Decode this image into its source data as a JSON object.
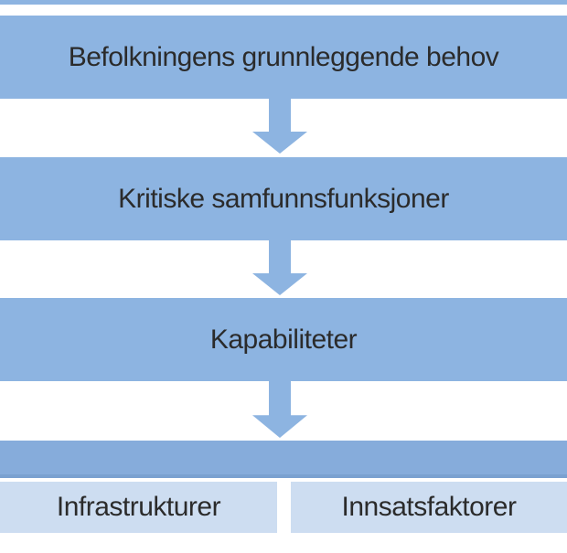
{
  "colors": {
    "bar_blue": "#8db4e1",
    "band_blue": "#86acdb",
    "band_edge": "#7aa1d0",
    "light_box": "#cdddf1",
    "arrow_blue": "#8db4e1",
    "text": "#2b2b2b",
    "background": "#ffffff"
  },
  "steps": [
    {
      "label": "Befolkningens grunnleggende behov"
    },
    {
      "label": "Kritiske samfunnsfunksjoner"
    },
    {
      "label": "Kapabiliteter"
    }
  ],
  "bottom": {
    "items": [
      {
        "label": "Infrastrukturer"
      },
      {
        "label": "Innsatsfaktorer"
      }
    ]
  },
  "icons": {
    "down_arrow": "block-arrow-down"
  }
}
